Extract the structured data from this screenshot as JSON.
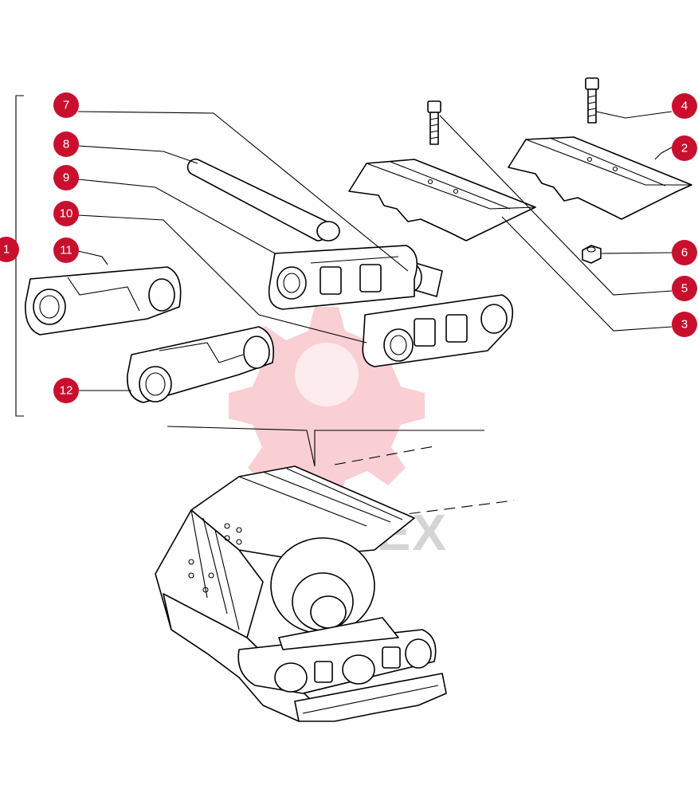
{
  "watermark": {
    "text": "MHTEX",
    "color": "#e2233b"
  },
  "callouts": [
    {
      "label": "1"
    },
    {
      "label": "2"
    },
    {
      "label": "3"
    },
    {
      "label": "4"
    },
    {
      "label": "5"
    },
    {
      "label": "6"
    },
    {
      "label": "7"
    },
    {
      "label": "8"
    },
    {
      "label": "9"
    },
    {
      "label": "10"
    },
    {
      "label": "11"
    },
    {
      "label": "12"
    }
  ],
  "colors": {
    "callout": "#c8102e",
    "line": "#000000"
  }
}
